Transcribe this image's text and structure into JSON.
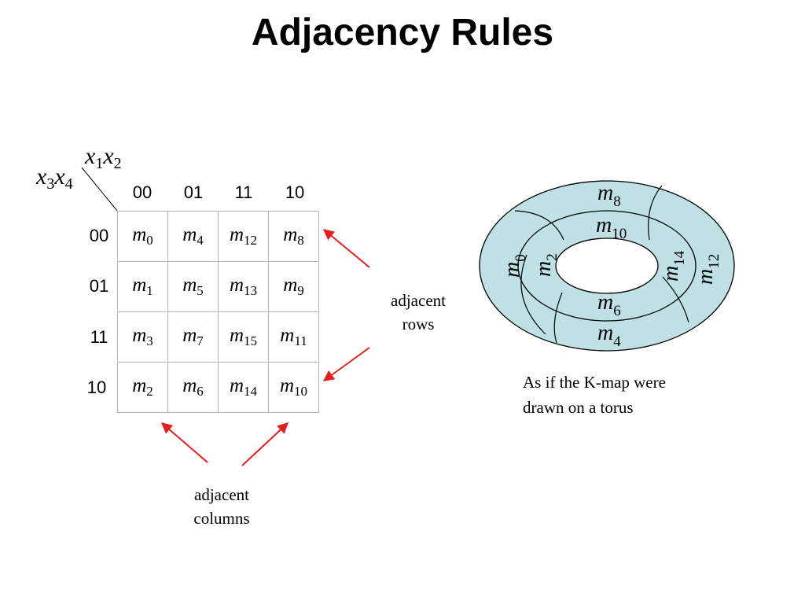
{
  "title": "Adjacency Rules",
  "kmap": {
    "col_var": {
      "base1": "x",
      "sub1": "1",
      "base2": "x",
      "sub2": "2"
    },
    "row_var": {
      "base1": "x",
      "sub1": "3",
      "base2": "x",
      "sub2": "4"
    },
    "col_headers": [
      "00",
      "01",
      "11",
      "10"
    ],
    "row_headers": [
      "00",
      "01",
      "11",
      "10"
    ],
    "cell_base": "m",
    "cells": [
      [
        "0",
        "4",
        "12",
        "8"
      ],
      [
        "1",
        "5",
        "13",
        "9"
      ],
      [
        "3",
        "7",
        "15",
        "11"
      ],
      [
        "2",
        "6",
        "14",
        "10"
      ]
    ]
  },
  "labels": {
    "adjacent_rows": [
      "adjacent",
      "rows"
    ],
    "adjacent_columns": [
      "adjacent",
      "columns"
    ]
  },
  "torus": {
    "fill_color": "#bfe0e4",
    "base": "m",
    "segments": [
      "8",
      "10",
      "0",
      "2",
      "14",
      "12",
      "6",
      "4"
    ]
  },
  "caption": [
    "As if the K-map were",
    "drawn on a torus"
  ],
  "arrow_color": "#e02020"
}
